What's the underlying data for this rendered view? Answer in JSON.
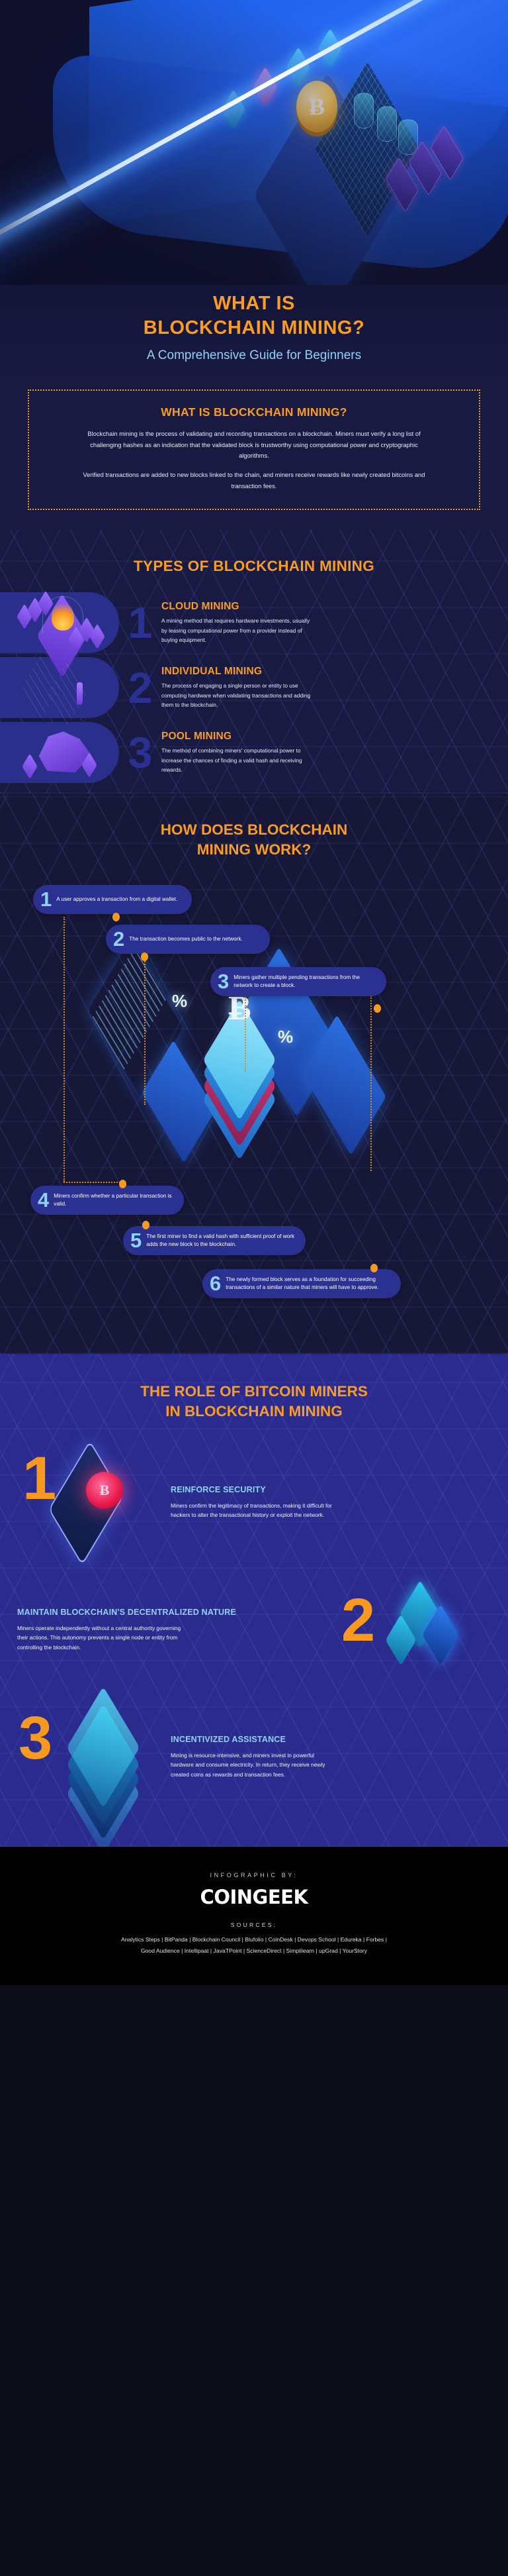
{
  "hero": {
    "coin_symbol": "Ƀ",
    "illustration_name": "isometric-bitcoin-mining-illustration"
  },
  "title": {
    "line1": "WHAT IS",
    "line2": "BLOCKCHAIN MINING?",
    "subtitle": "A Comprehensive Guide for Beginners"
  },
  "intro": {
    "heading": "WHAT IS BLOCKCHAIN MINING?",
    "paragraph1": "Blockchain mining is the process of validating and recording transactions on a blockchain. Miners must verify a long list of challenging hashes as an indication that the validated block is trustworthy using computational power and cryptographic algorithms.",
    "paragraph2": "Verified transactions are added to new blocks linked to the chain, and miners receive rewards like newly created bitcoins and transaction fees."
  },
  "types": {
    "heading": "TYPES OF BLOCKCHAIN MINING",
    "items": [
      {
        "number": "1",
        "title": "CLOUD MINING",
        "body": "A mining method that requires hardware investments, usually by leasing computational power from a provider instead of buying equipment."
      },
      {
        "number": "2",
        "title": "INDIVIDUAL MINING",
        "body": "The process of engaging a single person or entity to use computing hardware when validating transactions and adding them to the blockchain."
      },
      {
        "number": "3",
        "title": "POOL MINING",
        "body": "The method of combining miners' computational power to increase the chances of finding a valid hash and receiving rewards."
      }
    ]
  },
  "how": {
    "heading_line1": "HOW DOES BLOCKCHAIN",
    "heading_line2": "MINING WORK?",
    "steps": [
      {
        "number": "1",
        "text": "A user approves a transaction from a digital wallet."
      },
      {
        "number": "2",
        "text": "The transaction becomes public to the network."
      },
      {
        "number": "3",
        "text": "Miners gather multiple pending transactions from the network to create a block."
      },
      {
        "number": "4",
        "text": "Miners confirm whether a particular transaction is valid."
      },
      {
        "number": "5",
        "text": "The first miner to find a valid hash with sufficient proof of work adds the new block to the blockchain."
      },
      {
        "number": "6",
        "text": "The newly formed block serves as a foundation for succeeding transactions of a similar nature that miners will have to approve."
      }
    ],
    "art_symbols": {
      "bitcoin": "Ƀ",
      "percent1": "%",
      "percent2": "%"
    }
  },
  "role": {
    "heading_line1": "THE ROLE OF BITCOIN MINERS",
    "heading_line2": "IN BLOCKCHAIN MINING",
    "items": [
      {
        "number": "1",
        "title": "REINFORCE SECURITY",
        "body": "Miners confirm the legitimacy of transactions, making it difficult for hackers to alter the transactional history or exploit the network."
      },
      {
        "number": "2",
        "title": "MAINTAIN BLOCKCHAIN'S DECENTRALIZED NATURE",
        "body": "Miners operate independently without a central authority governing their actions. This autonomy prevents a single node or entity from controlling the blockchain."
      },
      {
        "number": "3",
        "title": "INCENTIVIZED ASSISTANCE",
        "body": "Mining is resource-intensive, and miners invest in powerful hardware and consume electricity. In return, they receive newly created coins as rewards and transaction fees."
      }
    ],
    "coin_symbol": "Ƀ"
  },
  "footer": {
    "by_label": "INFOGRAPHIC BY:",
    "brand": "COINGEEK",
    "sources_label": "SOURCES:",
    "sources_line1": "Analytics Steps | BitPanda | Blockchain Council | Blufolio | CoinDesk | Devops School | Edureka | Forbes |",
    "sources_line2": "Good Audience | Intellipaat | JavaTPoint | ScienceDirect | Simplilearn | upGrad | YourStory"
  },
  "colors": {
    "orange": "#f99c21",
    "light_blue": "#8fd3f7",
    "deep_navy": "#191a42",
    "royal_blue": "#2b2b8e",
    "bubble_blue": "#2b3190",
    "black": "#000000"
  }
}
